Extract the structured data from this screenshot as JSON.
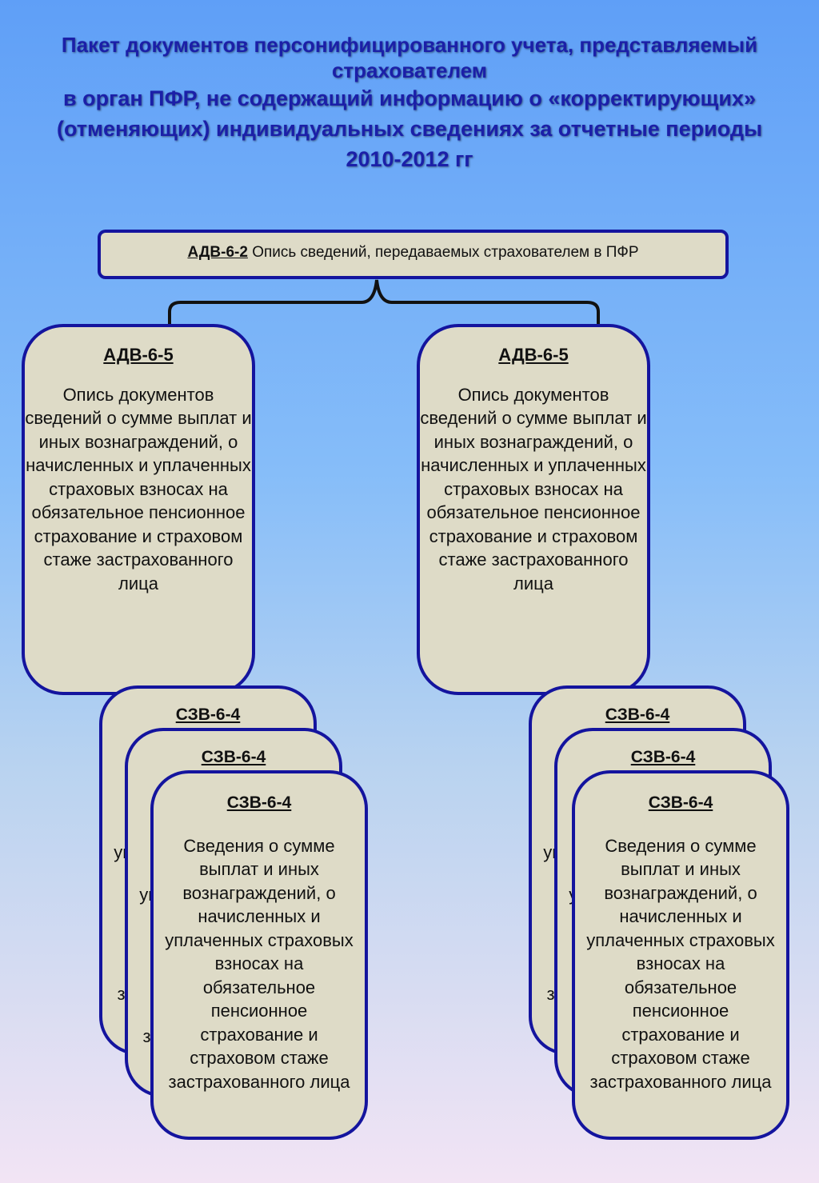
{
  "title": {
    "line1": "Пакет документов персонифицированного учета, представляемый страхователем",
    "line2": "в орган ПФР, не содержащий информацию о «корректирующих» (отменяющих) индивидуальных сведениях за отчетные периоды 2010-2012 гг"
  },
  "top": {
    "code": "АДВ-6-2",
    "text": "Опись сведений, передаваемых страхователем в ПФР"
  },
  "adv5": {
    "code": "АДВ-6-5",
    "text": "Опись документов сведений о сумме выплат и иных вознаграждений, о начисленных и уплаченных страховых взносах на обязательное пенсионное страхование и страховом стаже застрахованного лица"
  },
  "szv": {
    "code": "СЗВ-6-4",
    "text": "Сведения о сумме выплат и иных вознаграждений, о начисленных и уплаченных страховых взносах на обязательное пенсионное страхование и страховом стаже застрахованного лица"
  },
  "colors": {
    "border": "#14149e",
    "box_fill": "#dedbc7",
    "title": "#1b1fa8"
  }
}
